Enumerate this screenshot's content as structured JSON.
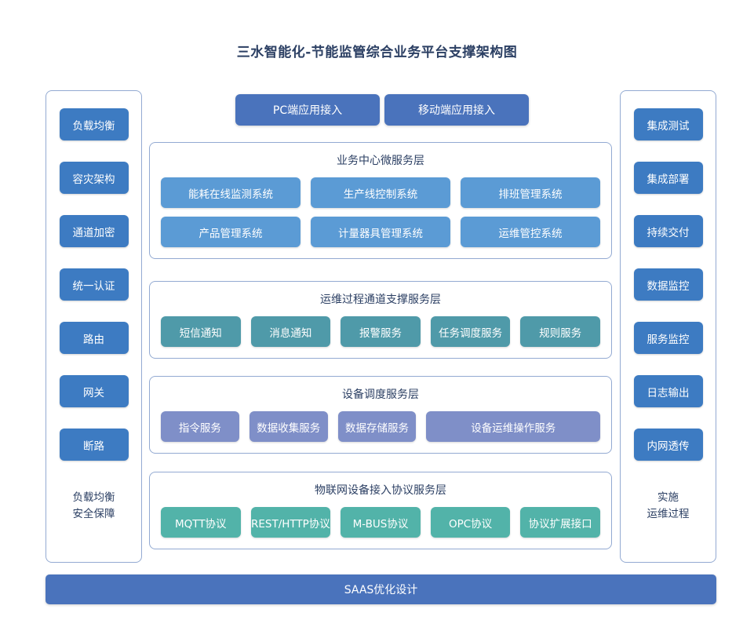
{
  "title": "三水智能化-节能监管综合业务平台支撑架构图",
  "top_access": {
    "pc_label": "PC端应用接入",
    "mobile_label": "移动端应用接入"
  },
  "left_panel": {
    "buttons": [
      {
        "label": "负载均衡"
      },
      {
        "label": "容灾架构"
      },
      {
        "label": "通道加密"
      },
      {
        "label": "统一认证"
      },
      {
        "label": "路由"
      },
      {
        "label": "网关"
      },
      {
        "label": "断路"
      }
    ],
    "footer_line1": "负载均衡",
    "footer_line2": "安全保障"
  },
  "right_panel": {
    "buttons": [
      {
        "label": "集成测试"
      },
      {
        "label": "集成部署"
      },
      {
        "label": "持续交付"
      },
      {
        "label": "数据监控"
      },
      {
        "label": "服务监控"
      },
      {
        "label": "日志输出"
      },
      {
        "label": "内网透传"
      }
    ],
    "footer_line1": "实施",
    "footer_line2": "运维过程"
  },
  "layers": {
    "business": {
      "title": "业务中心微服务层",
      "row1": [
        {
          "label": "能耗在线监测系统"
        },
        {
          "label": "生产线控制系统"
        },
        {
          "label": "排班管理系统"
        }
      ],
      "row2": [
        {
          "label": "产品管理系统"
        },
        {
          "label": "计量器具管理系统"
        },
        {
          "label": "运维管控系统"
        }
      ]
    },
    "ops": {
      "title": "运维过程通道支撑服务层",
      "row1": [
        {
          "label": "短信通知"
        },
        {
          "label": "消息通知"
        },
        {
          "label": "报警服务"
        },
        {
          "label": "任务调度服务"
        },
        {
          "label": "规则服务"
        }
      ]
    },
    "device": {
      "title": "设备调度服务层",
      "row1": [
        {
          "label": "指令服务"
        },
        {
          "label": "数据收集服务"
        },
        {
          "label": "数据存储服务"
        },
        {
          "label": "设备运维操作服务"
        }
      ]
    },
    "iot": {
      "title": "物联网设备接入协议服务层",
      "row1": [
        {
          "label": "MQTT协议"
        },
        {
          "label": "REST/HTTP协议"
        },
        {
          "label": "M-BUS协议"
        },
        {
          "label": "OPC协议"
        },
        {
          "label": "协议扩展接口"
        }
      ]
    }
  },
  "bottom_bar": {
    "label": "SAAS优化设计"
  },
  "colors": {
    "title_text": "#2b3f63",
    "panel_border": "#93aad2",
    "side_button": "#3d7bc2",
    "top_bar": "#4a73bc",
    "business_node": "#5b9bd5",
    "ops_node": "#4f9aa9",
    "device_node": "#7f8fc8",
    "iot_node": "#52b3a9",
    "bottom_bar": "#4a73bc",
    "background": "#ffffff"
  }
}
